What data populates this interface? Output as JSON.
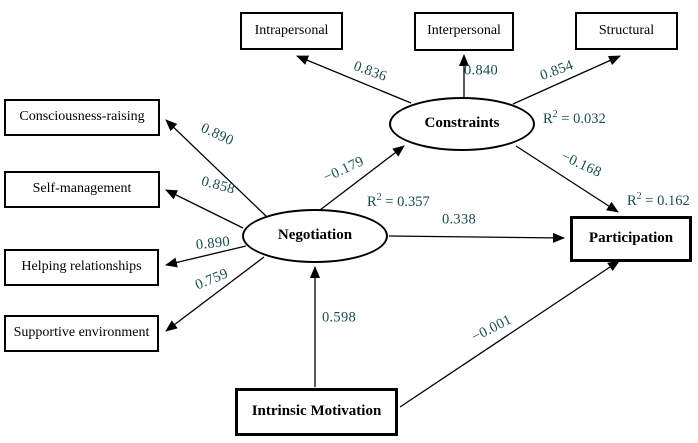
{
  "nodes": {
    "intrapersonal": {
      "label": "Intrapersonal",
      "shape": "rectangle"
    },
    "interpersonal": {
      "label": "Interpersonal",
      "shape": "rectangle"
    },
    "structural": {
      "label": "Structural",
      "shape": "rectangle"
    },
    "consciousness_raising": {
      "label": "Consciousness-raising",
      "shape": "rectangle"
    },
    "self_management": {
      "label": "Self-management",
      "shape": "rectangle"
    },
    "helping_relationships": {
      "label": "Helping relationships",
      "shape": "rectangle"
    },
    "supportive_environment": {
      "label": "Supportive environment",
      "shape": "rectangle"
    },
    "constraints": {
      "label": "Constraints",
      "shape": "ellipse",
      "r2_value": 0.032,
      "r2_text": " = 0.032"
    },
    "negotiation": {
      "label": "Negotiation",
      "shape": "ellipse",
      "r2_value": 0.357,
      "r2_text": " = 0.357"
    },
    "participation": {
      "label": "Participation",
      "shape": "rectangle",
      "r2_value": 0.162,
      "r2_text": " = 0.162"
    },
    "intrinsic_motivation": {
      "label": "Intrinsic Motivation",
      "shape": "rectangle"
    }
  },
  "r2_symbol": {
    "base": "R",
    "sup": "2"
  },
  "paths": [
    {
      "from": "Constraints",
      "to": "Intrapersonal",
      "coefficient": "0.836"
    },
    {
      "from": "Constraints",
      "to": "Interpersonal",
      "coefficient": "0.840"
    },
    {
      "from": "Constraints",
      "to": "Structural",
      "coefficient": "0.854"
    },
    {
      "from": "Negotiation",
      "to": "Consciousness-raising",
      "coefficient": "0.890"
    },
    {
      "from": "Negotiation",
      "to": "Self-management",
      "coefficient": "0.858"
    },
    {
      "from": "Negotiation",
      "to": "Helping relationships",
      "coefficient": "0.890"
    },
    {
      "from": "Negotiation",
      "to": "Supportive environment",
      "coefficient": "0.759"
    },
    {
      "from": "Negotiation",
      "to": "Constraints",
      "coefficient": "−0.179"
    },
    {
      "from": "Negotiation",
      "to": "Participation",
      "coefficient": "0.338"
    },
    {
      "from": "Constraints",
      "to": "Participation",
      "coefficient": "−0.168"
    },
    {
      "from": "Intrinsic Motivation",
      "to": "Negotiation",
      "coefficient": "0.598"
    },
    {
      "from": "Intrinsic Motivation",
      "to": "Participation",
      "coefficient": "−0.001"
    }
  ],
  "colors": {
    "background": "#ffffff",
    "node_border": "#000000",
    "node_text": "#000000",
    "line": "#000000",
    "coefficient_text": "#1b4c4c"
  }
}
